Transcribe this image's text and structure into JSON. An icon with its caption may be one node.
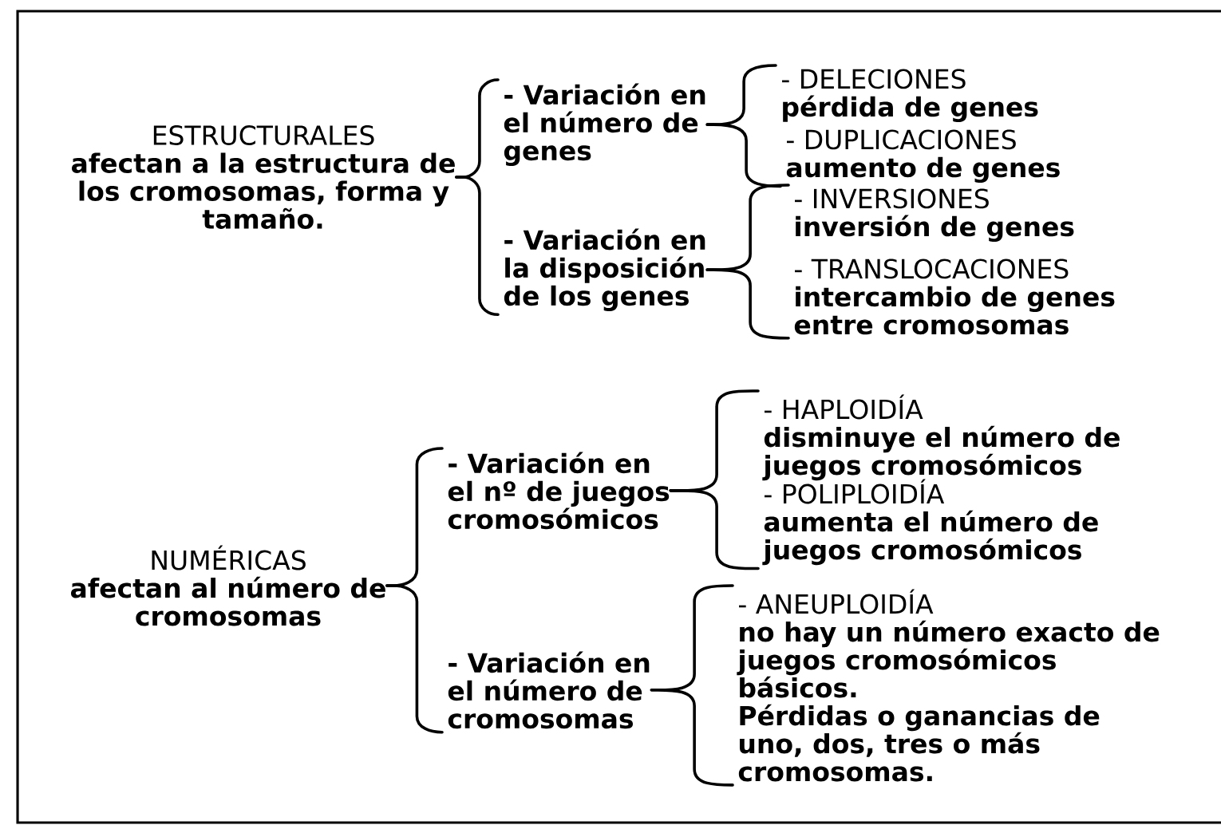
{
  "diagram": {
    "nodes": [
      {
        "text": [
          "ESTRUCTURALES",
          "afectan a la estructura de los cromosomas, forma y tamaño."
        ]
      },
      {
        "text": [
          "- Variación en el número de genes"
        ]
      },
      {
        "text": [
          "- DELECIONES",
          "pérdida de genes"
        ]
      },
      {
        "text": [
          "- DUPLICACIONES",
          "aumento de genes"
        ]
      },
      {
        "text": [
          "- Variación en la disposición de los genes"
        ]
      },
      {
        "text": [
          "- INVERSIONES",
          "inversión de genes"
        ]
      },
      {
        "text": [
          "- TRANSLOCACIONES",
          "intercambio de genes entre cromosomas"
        ]
      },
      {
        "text": [
          "NUMÉRICAS",
          "afectan al número de cromosomas"
        ]
      },
      {
        "text": [
          "- Variación en el nº de juegos cromosómicos"
        ]
      },
      {
        "text": [
          "- HAPLOIDÍA",
          "disminuye el número de juegos cromosómicos"
        ]
      },
      {
        "text": [
          "- POLIPLOIDÍA",
          "aumenta el número de juegos cromosómicos"
        ]
      },
      {
        "text": [
          "- Variación en el número de cromosomas"
        ]
      },
      {
        "text": [
          "- ANEUPLOIDÍA",
          "no hay un número exacto de juegos cromosómicos básicos.",
          "Pérdidas o ganancias de uno, dos, tres o más cromosomas."
        ]
      }
    ],
    "edges": [
      {
        "from": 0,
        "to": 1,
        "arrow": "none"
      },
      {
        "from": 0,
        "to": 4,
        "arrow": "none"
      },
      {
        "from": 1,
        "to": 2,
        "arrow": "none"
      },
      {
        "from": 1,
        "to": 3,
        "arrow": "none"
      },
      {
        "from": 4,
        "to": 5,
        "arrow": "none"
      },
      {
        "from": 4,
        "to": 6,
        "arrow": "none"
      },
      {
        "from": 7,
        "to": 8,
        "arrow": "none"
      },
      {
        "from": 7,
        "to": 11,
        "arrow": "none"
      },
      {
        "from": 8,
        "to": 9,
        "arrow": "none"
      },
      {
        "from": 8,
        "to": 10,
        "arrow": "none"
      },
      {
        "from": 11,
        "to": 12,
        "arrow": "none"
      }
    ]
  }
}
